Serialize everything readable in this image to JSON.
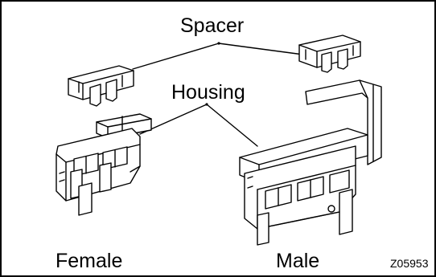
{
  "labels": {
    "spacer": "Spacer",
    "housing": "Housing",
    "female": "Female",
    "male": "Male"
  },
  "figure_code": "Z05953"
}
